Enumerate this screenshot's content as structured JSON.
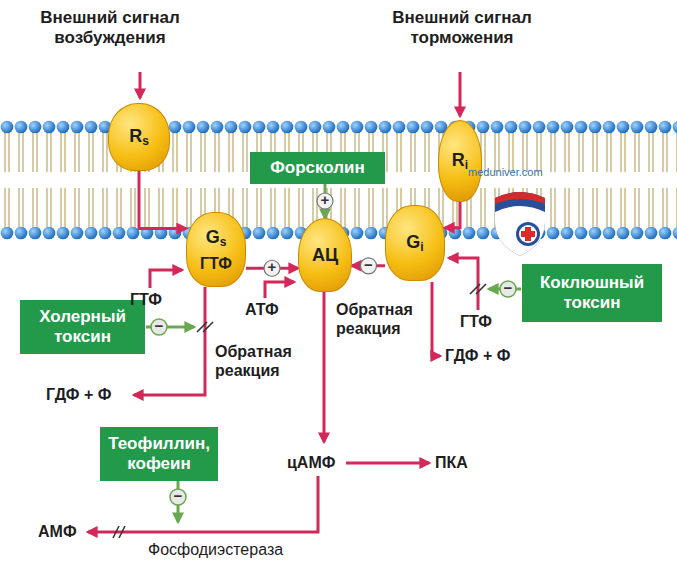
{
  "diagram": {
    "nodes": [
      {
        "text": [
          "Rs"
        ]
      },
      {
        "text": [
          "Форсколин"
        ]
      },
      {
        "text": [
          "Ri"
        ]
      },
      {
        "text": [
          "Gs",
          "ГТФ"
        ]
      },
      {
        "text": [
          "АЦ"
        ]
      },
      {
        "text": [
          "Gi"
        ]
      },
      {
        "text": [
          "Коклюшный токсин"
        ]
      },
      {
        "text": [
          "Холерный токсин"
        ]
      },
      {
        "text": [
          "Теофиллин, кофеин"
        ]
      }
    ],
    "edges": [
      {
        "from": 0,
        "to": 3,
        "arrow": "to"
      },
      {
        "from": 1,
        "to": 4,
        "label": "+",
        "arrow": "to"
      },
      {
        "from": 3,
        "to": 4,
        "label": "+",
        "arrow": "to"
      },
      {
        "from": 5,
        "to": 4,
        "label": "−",
        "arrow": "to"
      },
      {
        "from": 2,
        "to": 5,
        "arrow": "to"
      }
    ],
    "labels": [
      "Внешний сигнал возбуждения",
      "Внешний сигнал торможения",
      "ГТФ",
      "АТФ",
      "Обратная реакция",
      "ГДФ + Ф",
      "Обратная реакция",
      "ГТФ",
      "ГДФ + Ф",
      "цАМФ",
      "ПКА",
      "АМФ",
      "Фосфодиэстераза",
      "−",
      "−",
      "−",
      "meduniver.com"
    ]
  }
}
